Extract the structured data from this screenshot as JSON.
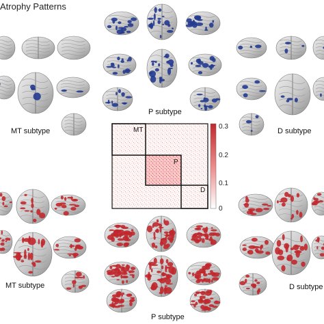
{
  "title": "Atrophy Patterns",
  "panels": {
    "mt_blue": "MT subtype",
    "p_blue": "P subtype",
    "d_blue": "D subtype",
    "mt_red": "MT subtype",
    "p_red": "P subtype",
    "d_red": "D subtype"
  },
  "matrix": {
    "blocks": [
      "MT",
      "P",
      "D"
    ],
    "colorbar_ticks": [
      "0.3",
      "0.2",
      "0.1",
      "0"
    ]
  },
  "colors": {
    "atrophy_blue": "#233a8f",
    "heat_red": "#c0282d",
    "cortex_gray": "#c9c9c9"
  },
  "icons": [
    "brain-surface-icon"
  ]
}
